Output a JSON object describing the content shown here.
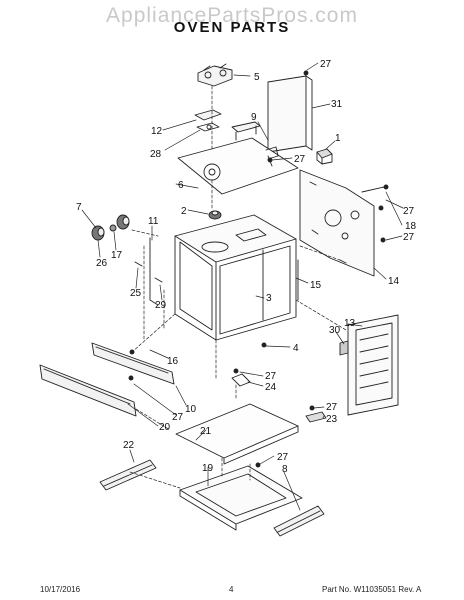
{
  "watermark": "AppliancePartsPros.com",
  "title": "OVEN PARTS",
  "callouts": [
    "5",
    "27",
    "31",
    "9",
    "12",
    "1",
    "28",
    "27",
    "6",
    "27",
    "18",
    "7",
    "2",
    "11",
    "27",
    "26",
    "17",
    "25",
    "15",
    "14",
    "3",
    "29",
    "30",
    "13",
    "4",
    "16",
    "27",
    "24",
    "10",
    "27",
    "23",
    "27",
    "20",
    "22",
    "21",
    "27",
    "19",
    "8"
  ],
  "footer": {
    "date": "10/17/2016",
    "page": "4",
    "part_number": "Part No. W11035051  Rev. A"
  }
}
